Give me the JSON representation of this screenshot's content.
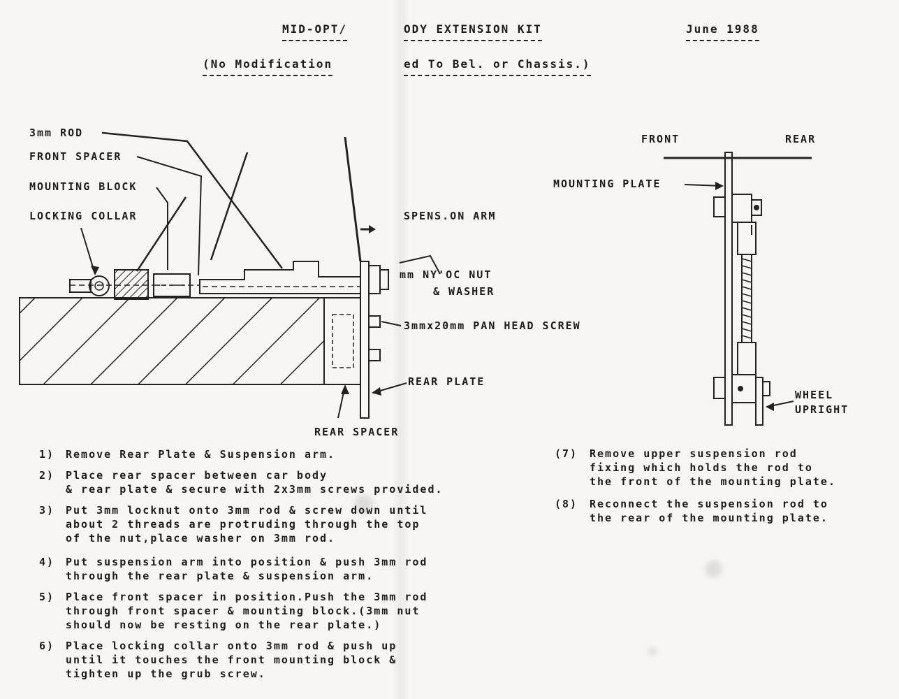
{
  "header": {
    "title_left": "MID-OPT/",
    "title_right": "ODY EXTENSION KIT",
    "date": "June 1988",
    "subtitle_left": "(No Modification",
    "subtitle_right": "ed To Bel. or Chassis.)"
  },
  "side_view": {
    "labels": {
      "rod": "3mm ROD",
      "front_spacer": "FRONT SPACER",
      "mounting_block": "MOUNTING BLOCK",
      "locking_collar": "LOCKING COLLAR",
      "suspension_arm": "SPENS.ON ARM",
      "nyloc_nut": "mm NY'OC NUT",
      "washer": "& WASHER",
      "pan_head_screw": "3mmx20mm PAN HEAD SCREW",
      "rear_plate": "REAR PLATE",
      "rear_spacer": "REAR SPACER"
    }
  },
  "end_view": {
    "labels": {
      "front": "FRONT",
      "rear": "REAR",
      "mounting_plate": "MOUNTING PLATE",
      "wheel_upright_1": "WHEEL",
      "wheel_upright_2": "UPRIGHT"
    }
  },
  "steps_left": [
    {
      "num": "1)",
      "lines": [
        "Remove Rear Plate & Suspension arm."
      ]
    },
    {
      "num": "2)",
      "lines": [
        "Place rear spacer between car body",
        "& rear plate & secure with 2x3mm screws provided."
      ]
    },
    {
      "num": "3)",
      "lines": [
        "Put 3mm locknut onto 3mm rod & screw down until",
        "about 2 threads are protruding through the top",
        "of the nut,place washer on 3mm rod."
      ]
    },
    {
      "num": "4)",
      "lines": [
        "Put suspension arm into position & push 3mm rod",
        "through the rear plate & suspension arm."
      ]
    },
    {
      "num": "5)",
      "lines": [
        "Place front spacer in position.Push the 3mm rod",
        "through front spacer & mounting block.(3mm nut",
        "should now be resting on the rear plate.)"
      ]
    },
    {
      "num": "6)",
      "lines": [
        "Place locking collar onto 3mm rod & push up",
        "until it touches the front mounting block &",
        "tighten up the grub screw."
      ]
    }
  ],
  "steps_right": [
    {
      "num": "(7)",
      "lines": [
        "Remove upper suspension rod",
        "fixing which holds the rod to",
        "the front of the mounting plate."
      ]
    },
    {
      "num": "(8)",
      "lines": [
        "Reconnect the suspension rod to",
        "the rear of the mounting plate."
      ]
    }
  ]
}
